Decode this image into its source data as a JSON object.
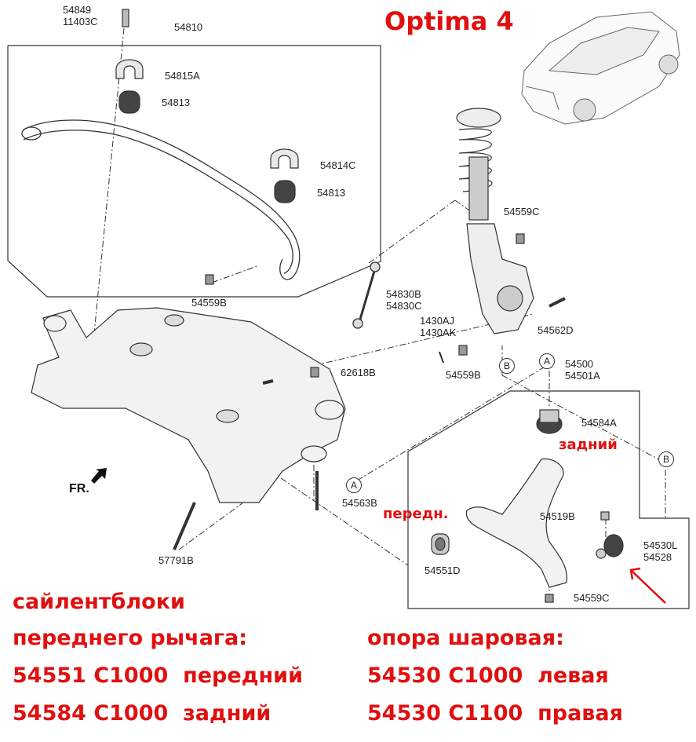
{
  "title": "Optima 4",
  "callouts": {
    "top_bolt": [
      "54849",
      "11403C"
    ],
    "stab_bar": "54810",
    "bracket_a": "54815A",
    "bush_1": "54813",
    "bracket_c": "54814C",
    "bush_2": "54813",
    "nut_left": "54559B",
    "link": [
      "54830B",
      "54830C"
    ],
    "strut_nut": "54559C",
    "knuckle_bolt": "54562D",
    "pin": [
      "1430AJ",
      "1430AK"
    ],
    "knuckle_nut": "54559B",
    "arm": [
      "54500",
      "54501A"
    ],
    "rear_bush": "54584A",
    "sub_nut": "62618B",
    "sub_bolt": "54563B",
    "ball_bolt": "54519B",
    "ball_joint": [
      "54530L",
      "54528"
    ],
    "front_bush": "54551D",
    "arm_nut": "54559C",
    "front_bolt": "57791B"
  },
  "circle_labels": {
    "a": "A",
    "b": "B"
  },
  "fr_label": "FR.",
  "annotations": {
    "rear": "задний",
    "front": "передн."
  },
  "notes": {
    "left": [
      "сайлентблоки",
      "переднего рычага:",
      "54551 C1000  передний",
      "54584 C1000  задний"
    ],
    "right": [
      "опора шаровая:",
      "54530 C1000  левая",
      "54530 C1100  правая"
    ]
  },
  "colors": {
    "accent": "#e01010",
    "line": "#333333"
  }
}
